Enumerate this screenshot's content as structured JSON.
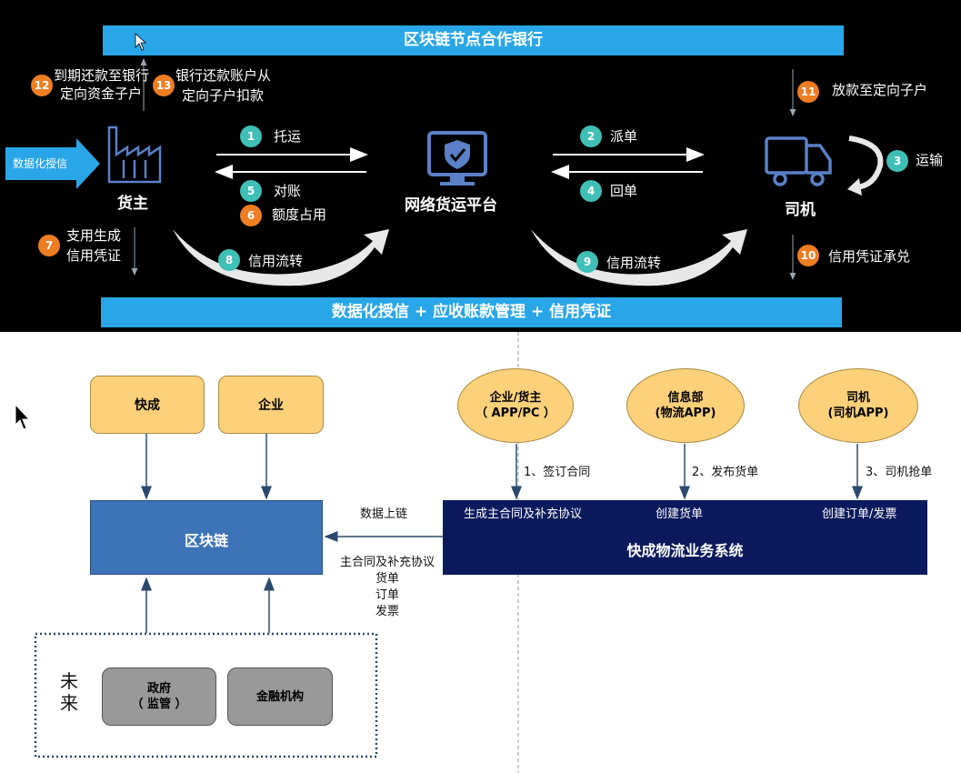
{
  "top": {
    "bank_bar": "区块链节点合作银行",
    "bottom_bar": "数据化授信 + 应收账款管理 + 信用凭证",
    "credit_tag": "数据化授信",
    "shipper": "货主",
    "platform": "网络货运平台",
    "driver": "司机",
    "steps": {
      "s1": {
        "num": "1",
        "text": "托运"
      },
      "s2": {
        "num": "2",
        "text": "派单"
      },
      "s3": {
        "num": "3",
        "text": "运输"
      },
      "s4": {
        "num": "4",
        "text": "回单"
      },
      "s5": {
        "num": "5",
        "text": "对账"
      },
      "s6": {
        "num": "6",
        "text": "额度占用"
      },
      "s7": {
        "num": "7",
        "line1": "支用生成",
        "line2": "信用凭证"
      },
      "s8": {
        "num": "8",
        "text": "信用流转"
      },
      "s9": {
        "num": "9",
        "text": "信用流转"
      },
      "s10": {
        "num": "10",
        "text": "信用凭证承兑"
      },
      "s11": {
        "num": "11",
        "text": "放款至定向子户"
      },
      "s12": {
        "num": "12",
        "line1": "到期还款至银行",
        "line2": "定向资金子户"
      },
      "s13": {
        "num": "13",
        "line1": "银行还款账户从",
        "line2": "定向子户扣款"
      }
    }
  },
  "bottom": {
    "kuaicheng": "快成",
    "enterprise": "企业",
    "blockchain": "区块链",
    "future": "未来",
    "gov_line1": "政府",
    "gov_line2": "（ 监管 ）",
    "finance": "金融机构",
    "shipper_line1": "企业/货主",
    "shipper_line2": "（ APP/PC ）",
    "info_line1": "信息部",
    "info_line2": "(物流APP)",
    "driver_line1": "司机",
    "driver_line2": "(司机APP)",
    "step1": "1、签订合同",
    "step2": "2、发布货单",
    "step3": "3、司机抢单",
    "system_title": "快成物流业务系统",
    "sys_item1": "生成主合同及补充协议",
    "sys_item2": "创建货单",
    "sys_item3": "创建订单/发票",
    "upchain": "数据上链",
    "docs": [
      "主合同及补充协议",
      "货单",
      "订单",
      "发票"
    ]
  }
}
